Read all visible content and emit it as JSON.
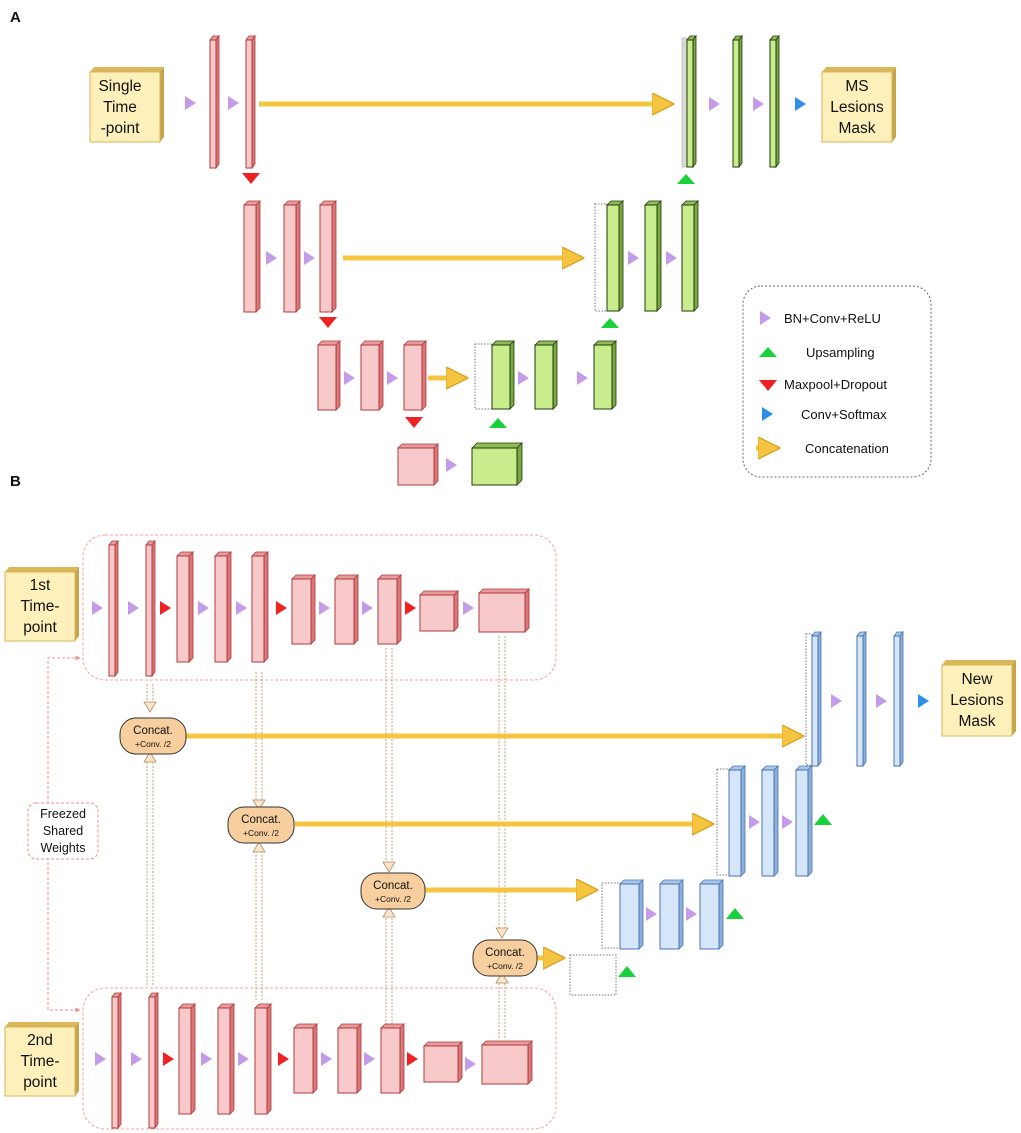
{
  "panel_a": {
    "letter": "A",
    "input": [
      "Single",
      "Time",
      "-point"
    ],
    "output": [
      "MS",
      "Lesions",
      "Mask"
    ]
  },
  "panel_b": {
    "letter": "B",
    "input_1": [
      "1st",
      "Time-",
      "point"
    ],
    "input_2": [
      "2nd",
      "Time-",
      "point"
    ],
    "output": [
      "New",
      "Lesions",
      "Mask"
    ],
    "concat_main": "Concat.",
    "concat_sub": "+Conv. /2",
    "shared_weights": [
      "Freezed",
      "Shared",
      "Weights"
    ]
  },
  "legend": {
    "items": [
      {
        "label": "BN+Conv+ReLU",
        "icon": "purple-right-triangle",
        "color": "#c39be8"
      },
      {
        "label": "Upsampling",
        "icon": "green-up-triangle",
        "color": "#19d13a"
      },
      {
        "label": "Maxpool+Dropout",
        "icon": "red-down-triangle",
        "color": "#ee2222"
      },
      {
        "label": "Conv+Softmax",
        "icon": "blue-right-triangle",
        "color": "#2f8fe8"
      },
      {
        "label": "Concatenation",
        "icon": "yellow-arrow",
        "color": "#f8cf5d"
      }
    ]
  },
  "colors": {
    "encoder_fill": "#f7c9ca",
    "encoder_edge": "#b03a3a",
    "decoder_a_fill": "#c9ec8c",
    "decoder_b_fill": "#d4e6f8",
    "decoder_b_edge": "#4a74ae",
    "io_box": "#fdf0bb",
    "concat_node": "#f7cf9e"
  }
}
